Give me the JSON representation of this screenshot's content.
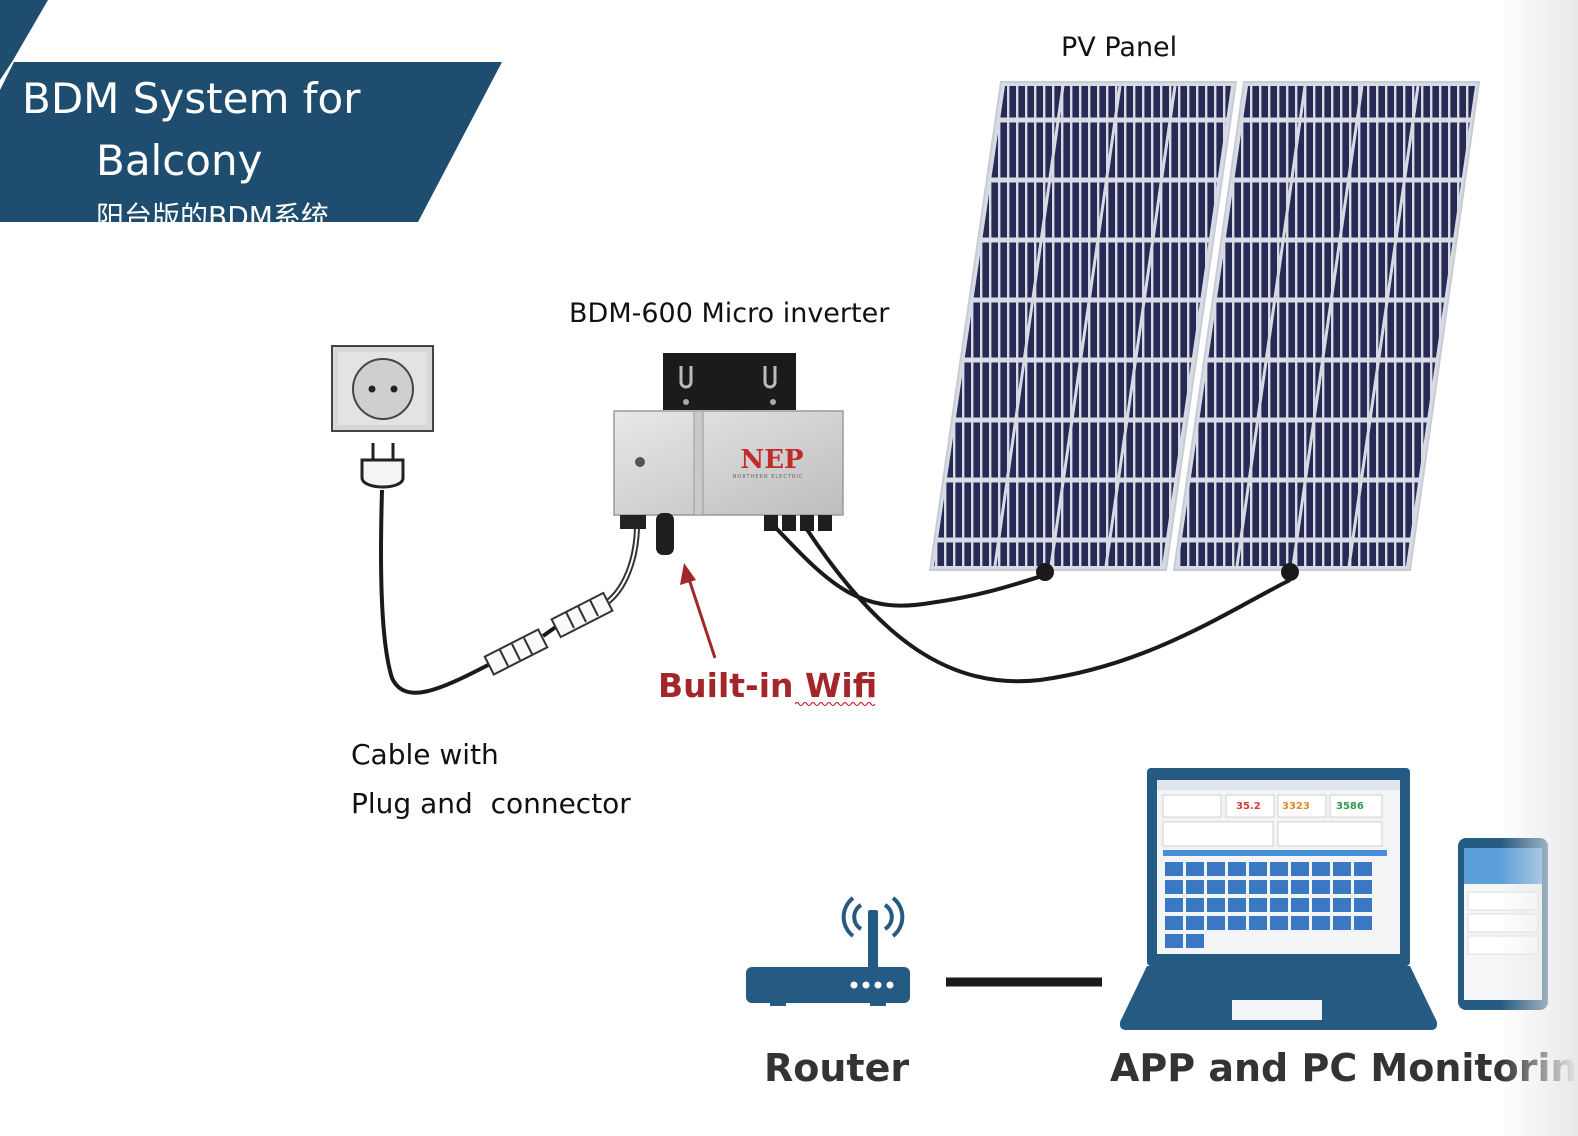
{
  "title": {
    "line1": "BDM System for",
    "line2": "Balcony",
    "subtitle": "阳台版的BDM系统"
  },
  "labels": {
    "pv_panel": "PV Panel",
    "micro_inverter": "BDM-600 Micro inverter",
    "wifi": "Built-in Wifi",
    "cable_line1": "Cable with",
    "cable_line2": "Plug and  connector",
    "router": "Router",
    "monitoring": "APP and PC Monitoring"
  },
  "inverter_brand": "NEP",
  "inverter_brand_sub": "NORTHERN ELECTRIC",
  "dashboard_values": [
    "35.2",
    "3323",
    "3586"
  ],
  "colors": {
    "banner": "#1e4d6f",
    "wifi_label": "#a3262a",
    "device_blue": "#255a82",
    "panel_cell": "#262a55"
  }
}
